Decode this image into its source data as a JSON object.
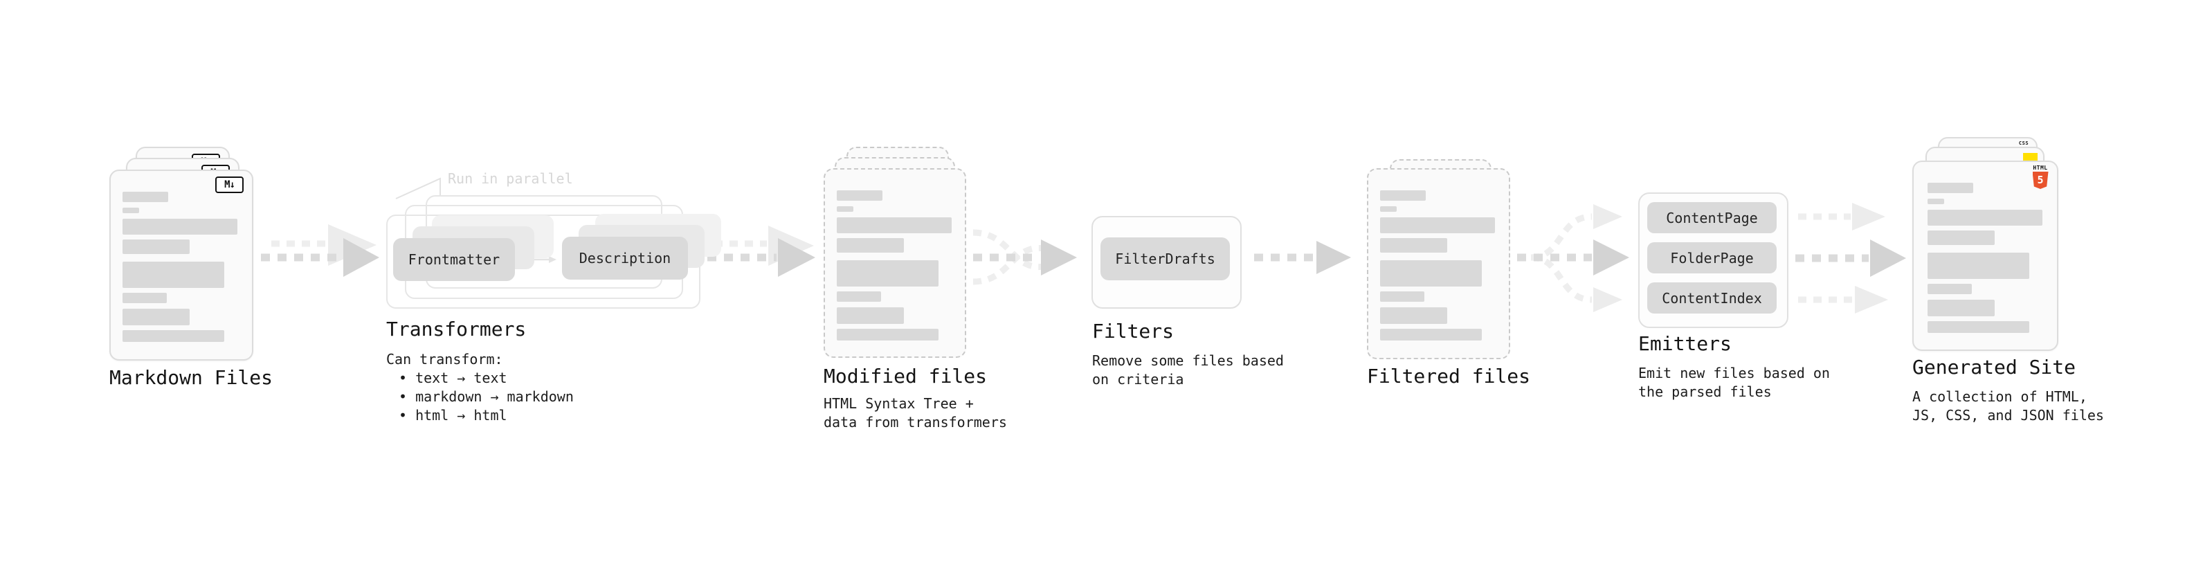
{
  "nodes": {
    "markdown_files": {
      "title": "Markdown Files",
      "badge": "M↓"
    },
    "transformers": {
      "note": "Run in parallel",
      "pill_frontmatter": "Frontmatter",
      "pill_description": "Description",
      "title": "Transformers",
      "sub_heading": "Can transform:",
      "bullets": [
        "• text → text",
        "• markdown → markdown",
        "• html → html"
      ]
    },
    "modified_files": {
      "title": "Modified files",
      "sub1": "HTML Syntax Tree +",
      "sub2": "data from transformers"
    },
    "filters": {
      "pill": "FilterDrafts",
      "title": "Filters",
      "sub1": "Remove some files based",
      "sub2": "on criteria"
    },
    "filtered_files": {
      "title": "Filtered files"
    },
    "emitters": {
      "pills": [
        "ContentPage",
        "FolderPage",
        "ContentIndex"
      ],
      "title": "Emitters",
      "sub1": "Emit new files based on",
      "sub2": "the parsed files"
    },
    "generated_site": {
      "title": "Generated Site",
      "sub1": "A collection of HTML,",
      "sub2": "JS, CSS, and JSON files",
      "badge_css": "CSS",
      "badge_html": "HTML",
      "badge_html_number": "5"
    }
  }
}
